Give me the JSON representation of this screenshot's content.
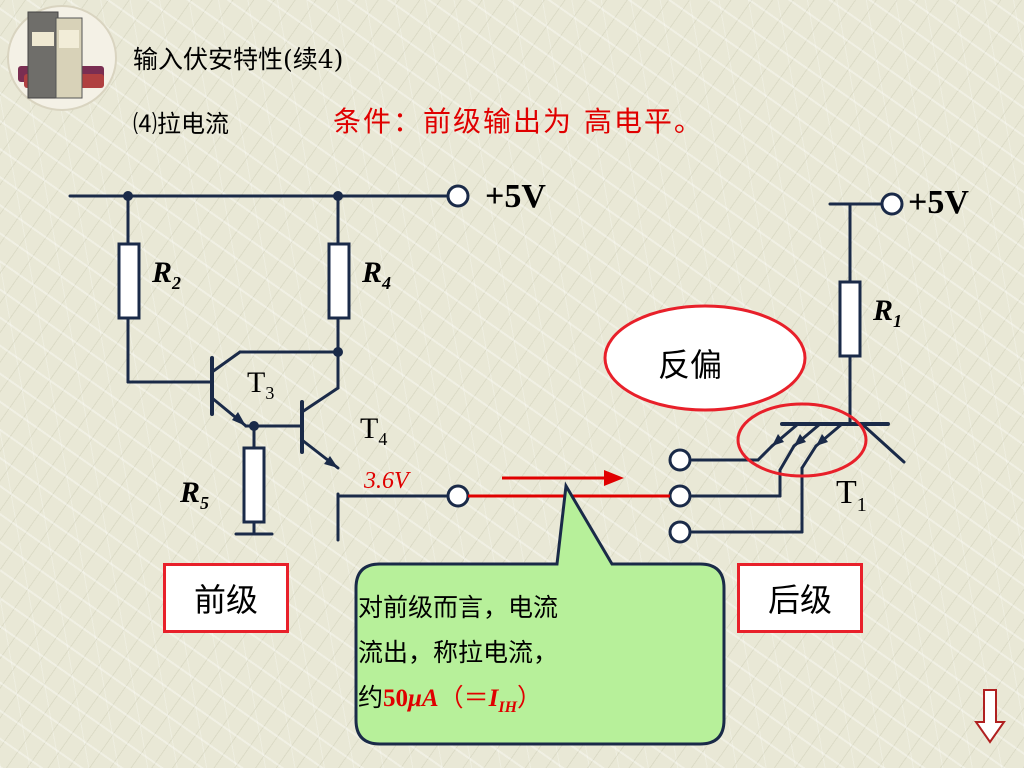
{
  "header": {
    "title": "输入伏安特性(续4)",
    "subtitle": "⑷拉电流",
    "condition": "条件：前级输出为 高电平。"
  },
  "circuit": {
    "supply_left": "+5V",
    "supply_right": "+5V",
    "r2": {
      "main": "R",
      "sub": "2"
    },
    "r4": {
      "main": "R",
      "sub": "4"
    },
    "r5": {
      "main": "R",
      "sub": "5"
    },
    "r1": {
      "main": "R",
      "sub": "1"
    },
    "t3": {
      "main": "T",
      "sub": "3"
    },
    "t4": {
      "main": "T",
      "sub": "4"
    },
    "t1": {
      "main": "T",
      "sub": "1"
    },
    "voltage": "3.6V",
    "reverse_bias": "反偏"
  },
  "stages": {
    "front": "前级",
    "back": "后级"
  },
  "callout": {
    "line1": "对前级而言，电流",
    "line2": "流出，称拉电流，",
    "line3_prefix": "约",
    "line3_value": "50",
    "line3_mu": "μA",
    "line3_paren_open": "（＝",
    "line3_i": "I",
    "line3_sub": "IH",
    "line3_paren_close": "）"
  },
  "colors": {
    "red": "#e00000",
    "wire": "#1a2a48",
    "callout_fill": "#b7f09a",
    "callout_stroke": "#1a2a48"
  }
}
